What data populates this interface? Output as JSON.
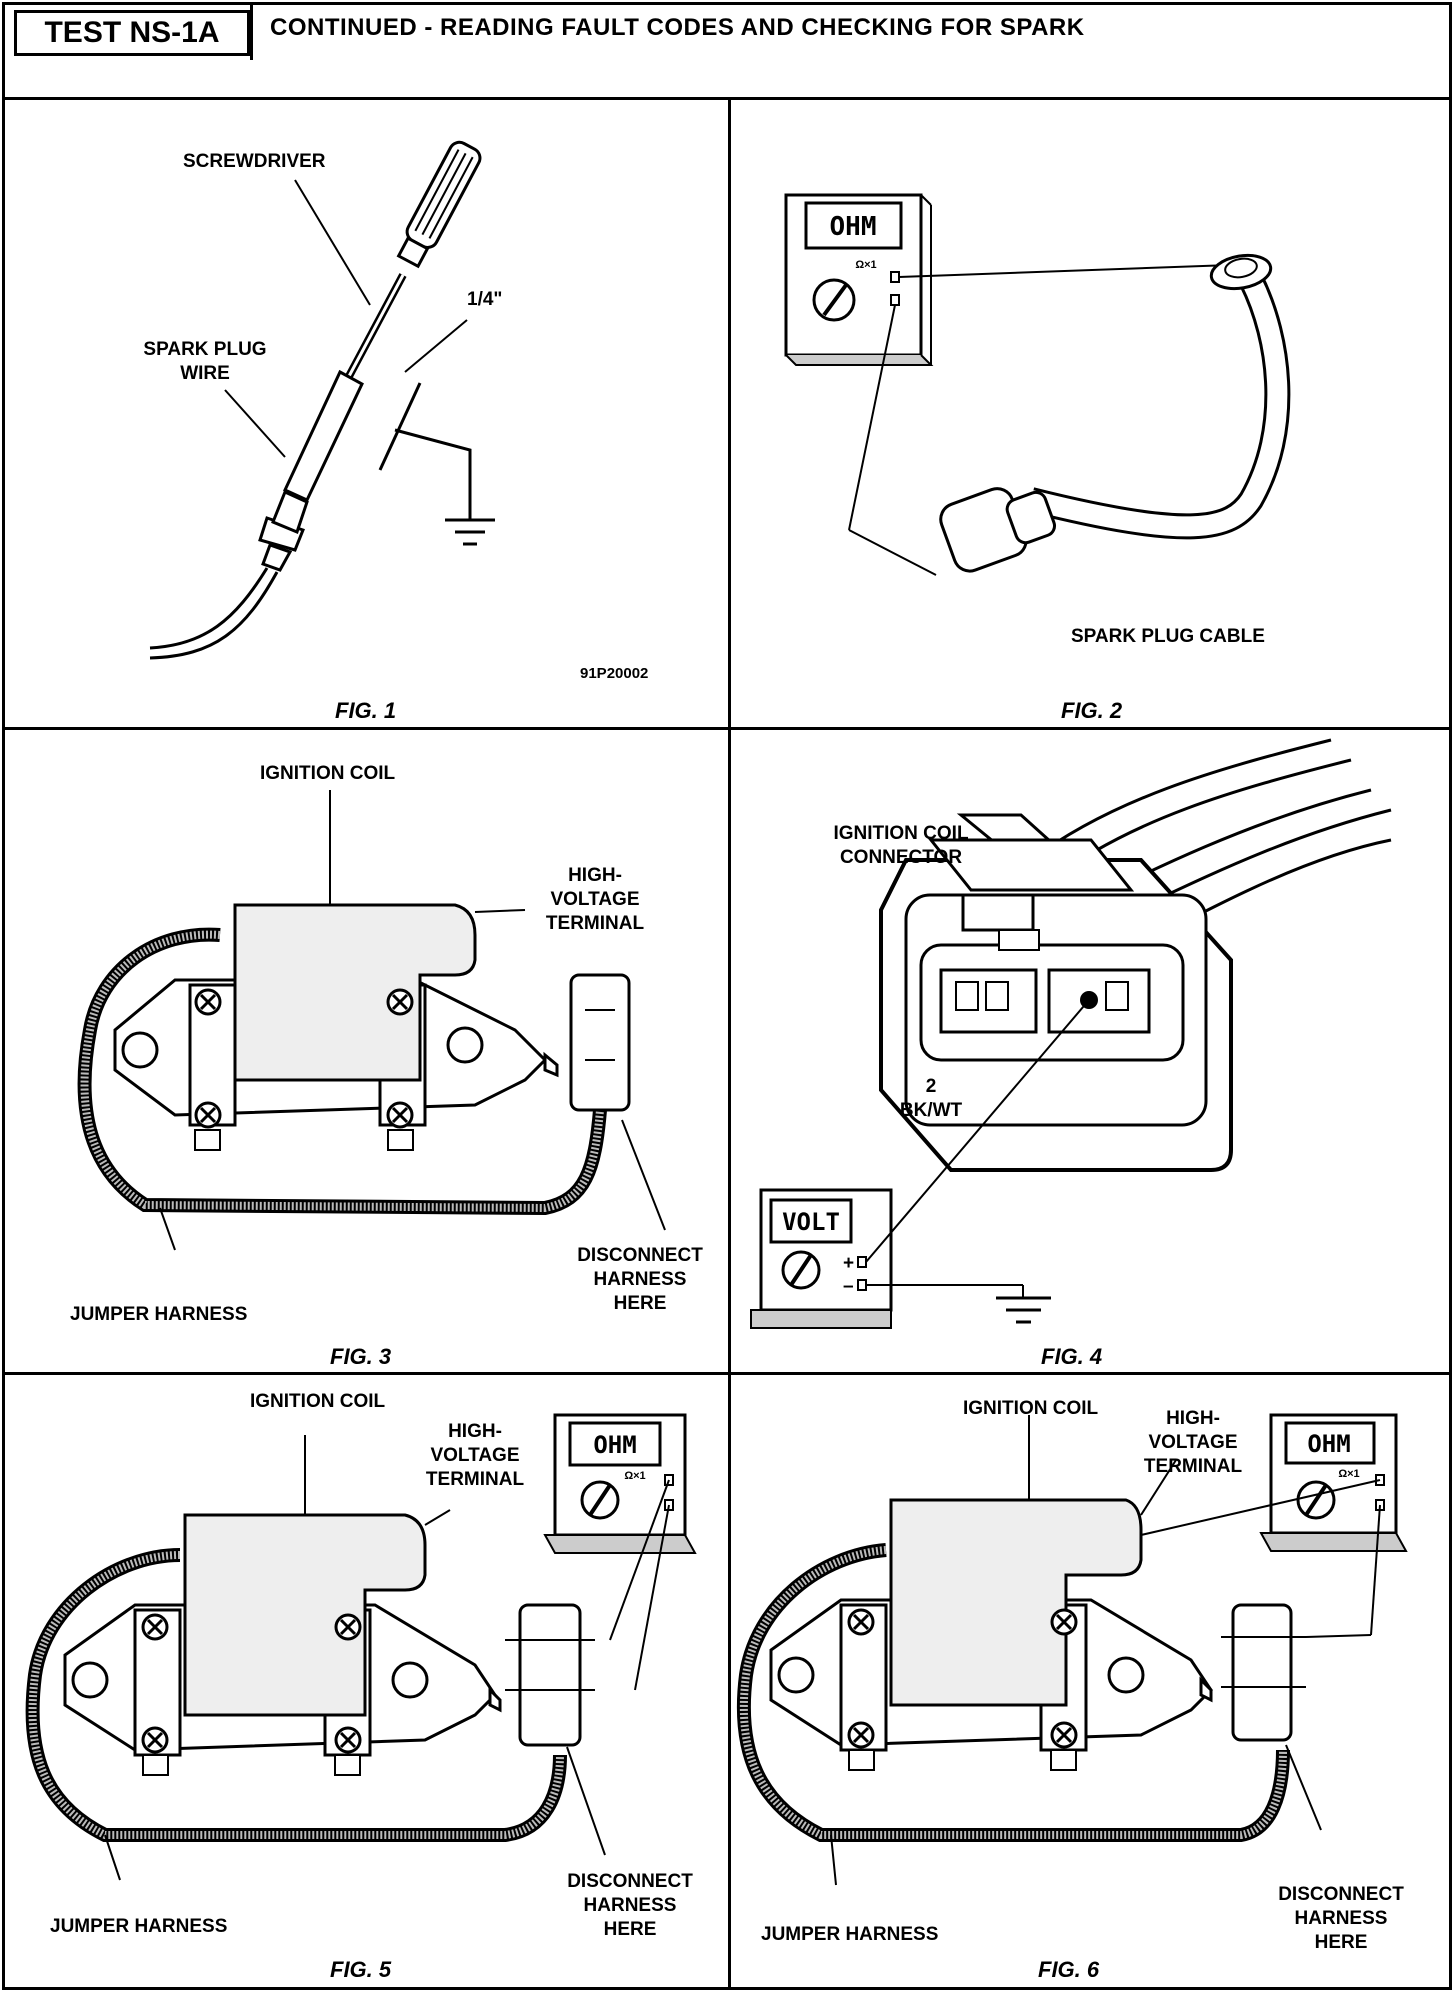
{
  "header": {
    "test_id": "TEST NS-1A",
    "title": "CONTINUED -  READING FAULT CODES AND CHECKING FOR SPARK"
  },
  "fig1": {
    "caption": "FIG. 1",
    "labels": {
      "screwdriver": "SCREWDRIVER",
      "gap": "1/4\"",
      "spark_plug_wire": "SPARK PLUG\nWIRE"
    },
    "code": "91P20002"
  },
  "fig2": {
    "caption": "FIG. 2",
    "meter": "OHM",
    "range": "Ω×1",
    "labels": {
      "cable": "SPARK PLUG CABLE"
    }
  },
  "fig3": {
    "caption": "FIG. 3",
    "labels": {
      "coil": "IGNITION COIL",
      "hv": "HIGH-\nVOLTAGE\nTERMINAL",
      "disconnect": "DISCONNECT\nHARNESS\nHERE",
      "jumper": "JUMPER HARNESS"
    }
  },
  "fig4": {
    "caption": "FIG. 4",
    "meter": "VOLT",
    "labels": {
      "connector": "IGNITION COIL\nCONNECTOR",
      "pin": "2\nBK/WT",
      "plus": "+",
      "minus": "–"
    }
  },
  "fig5": {
    "caption": "FIG. 5",
    "meter": "OHM",
    "range": "Ω×1",
    "labels": {
      "coil": "IGNITION COIL",
      "hv": "HIGH-\nVOLTAGE\nTERMINAL",
      "disconnect": "DISCONNECT\nHARNESS\nHERE",
      "jumper": "JUMPER HARNESS"
    }
  },
  "fig6": {
    "caption": "FIG. 6",
    "meter": "OHM",
    "range": "Ω×1",
    "labels": {
      "coil": "IGNITION COIL",
      "hv": "HIGH-\nVOLTAGE\nTERMINAL",
      "disconnect": "DISCONNECT\nHARNESS\nHERE",
      "jumper": "JUMPER HARNESS"
    }
  }
}
